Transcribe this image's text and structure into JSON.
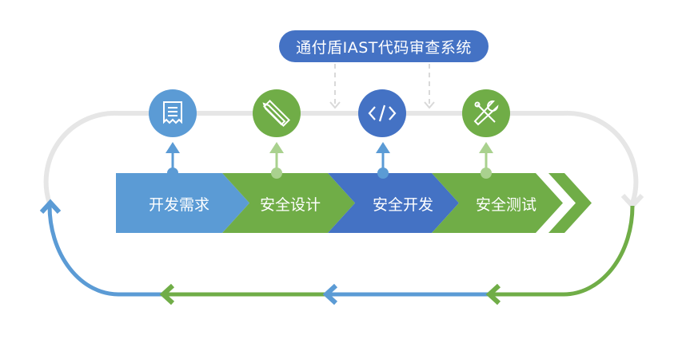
{
  "title": "通付盾IAST代码审查系统",
  "colors": {
    "blue_light": "#5b9bd5",
    "blue_dark": "#4472c4",
    "green": "#70ad47",
    "green_light": "#a9d18e",
    "gray": "#e6e6e6",
    "dash": "#d9d9d9",
    "white": "#ffffff"
  },
  "stages": [
    {
      "label": "开发需求",
      "icon": "receipt-icon",
      "color": "#5b9bd5",
      "connector_color": "#5b9bd5"
    },
    {
      "label": "安全设计",
      "icon": "ruler-pencil-icon",
      "color": "#70ad47",
      "connector_color": "#a9d18e"
    },
    {
      "label": "安全开发",
      "icon": "code-icon",
      "color": "#4472c4",
      "connector_color": "#5b9bd5"
    },
    {
      "label": "安全测试",
      "icon": "tools-icon",
      "color": "#70ad47",
      "connector_color": "#a9d18e"
    }
  ]
}
